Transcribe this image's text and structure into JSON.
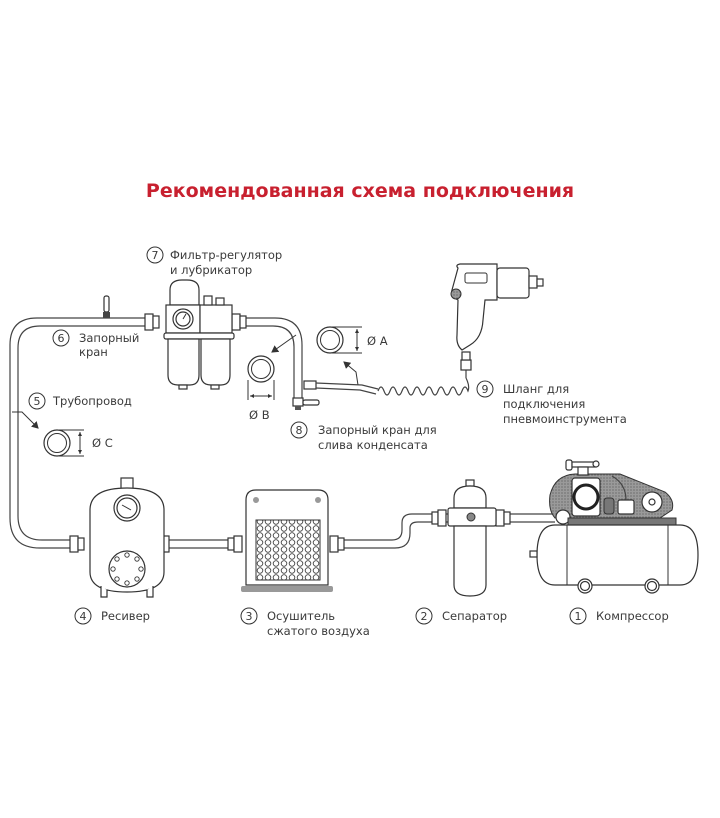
{
  "title": "Рекомендованная схема подключения",
  "colors": {
    "title": "#c8202f",
    "line": "#333333",
    "shade": "#8a8a8a"
  },
  "components": [
    {
      "number": "1",
      "label_line1": "Компрессор",
      "label_line2": ""
    },
    {
      "number": "2",
      "label_line1": "Сепаратор",
      "label_line2": ""
    },
    {
      "number": "3",
      "label_line1": "Осушитель",
      "label_line2": "сжатого воздуха"
    },
    {
      "number": "4",
      "label_line1": "Ресивер",
      "label_line2": ""
    },
    {
      "number": "5",
      "label_line1": "Трубопровод",
      "label_line2": ""
    },
    {
      "number": "6",
      "label_line1": "Запорный",
      "label_line2": "кран"
    },
    {
      "number": "7",
      "label_line1": "Фильтр-регулятор",
      "label_line2": "и лубрикатор"
    },
    {
      "number": "8",
      "label_line1": "Запорный кран для",
      "label_line2": "слива конденсата"
    },
    {
      "number": "9",
      "label_line1": "Шланг для",
      "label_line2": "подключения",
      "label_line3": "пневмоинструмента"
    }
  ],
  "diameters": {
    "a": "Ø A",
    "b": "Ø B",
    "c": "Ø C"
  }
}
